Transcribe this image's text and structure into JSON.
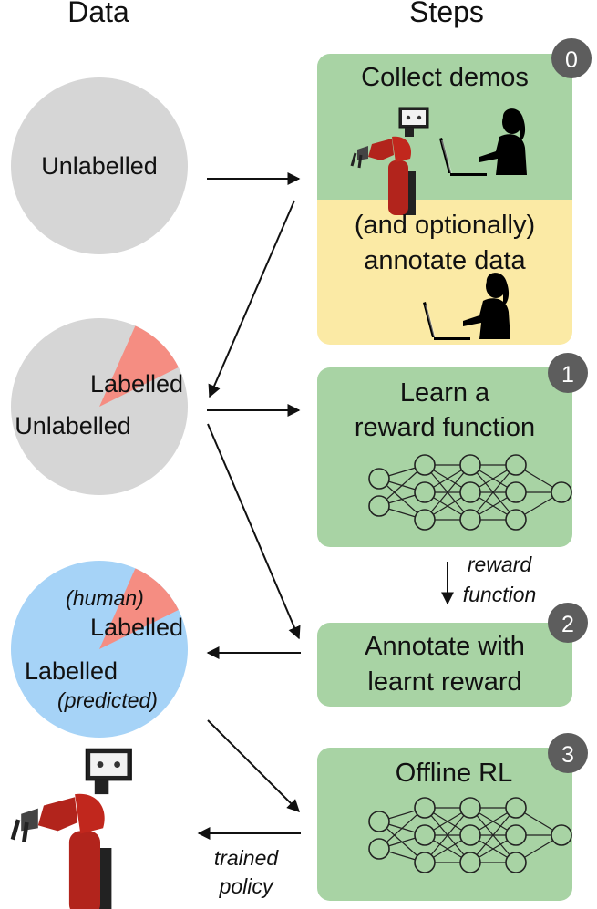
{
  "headers": {
    "data": "Data",
    "steps": "Steps"
  },
  "colors": {
    "green": "#a8d3a4",
    "yellow": "#fbeaa5",
    "gray": "#d6d6d6",
    "blue": "#a6d3f7",
    "salmon": "#f58d82",
    "badge": "#5d5d5d"
  },
  "pies": {
    "pie0": {
      "label": "Unlabelled",
      "labelled_fraction": 0
    },
    "pie1": {
      "labelled": "Labelled",
      "unlabelled": "Unlabelled",
      "labelled_fraction": 0.11
    },
    "pie2": {
      "human_note": "(human)",
      "labelled_human": "Labelled",
      "labelled_pred": "Labelled",
      "predicted_note": "(predicted)",
      "labelled_fraction": 0.11
    }
  },
  "steps": {
    "s0": {
      "badge": "0",
      "title": "Collect demos",
      "sub1": "(and optionally)",
      "sub2": "annotate data"
    },
    "s1": {
      "badge": "1",
      "line1": "Learn a",
      "line2": "reward function"
    },
    "s2": {
      "badge": "2",
      "line1": "Annotate with",
      "line2": "learnt reward"
    },
    "s3": {
      "badge": "3",
      "title": "Offline RL"
    }
  },
  "edge_labels": {
    "reward1": "reward",
    "reward2": "function",
    "policy1": "trained",
    "policy2": "policy"
  },
  "icons": [
    "robot-arm-icon",
    "person-laptop-icon",
    "neural-network-icon"
  ]
}
